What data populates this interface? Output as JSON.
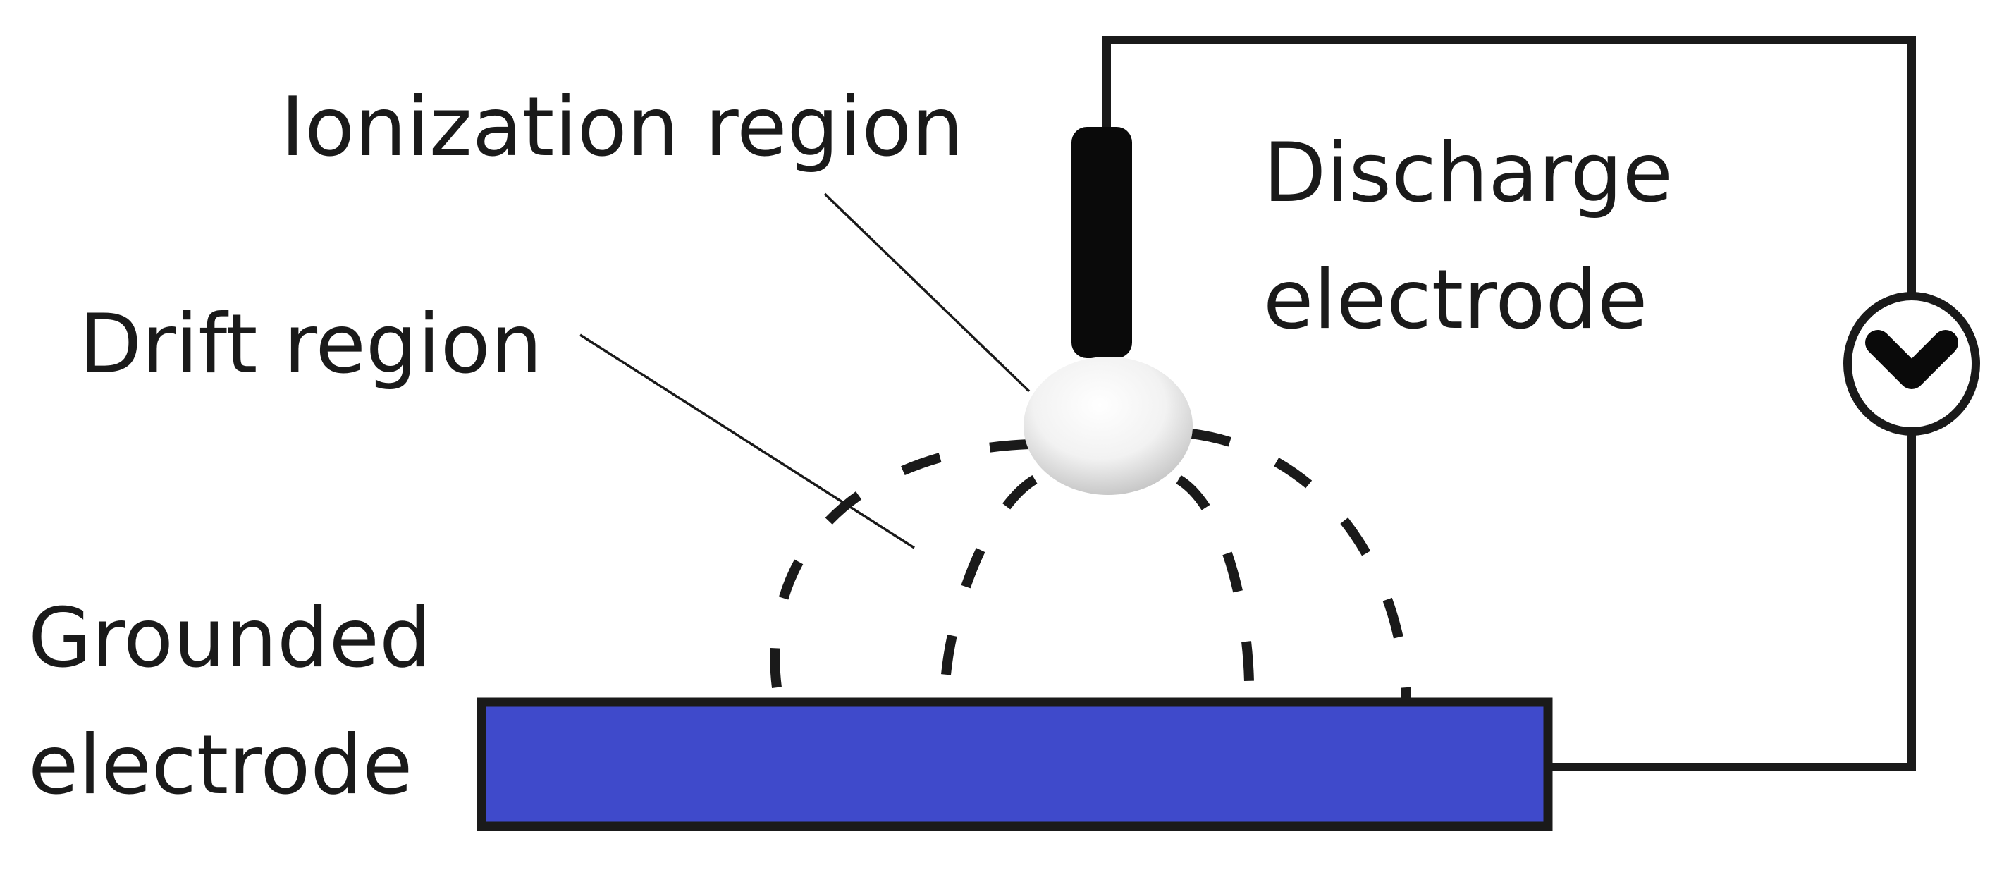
{
  "labels": {
    "ionization_region": "Ionization region",
    "discharge_electrode_line1": "Discharge",
    "discharge_electrode_line2": "electrode",
    "drift_region": "Drift region",
    "grounded_electrode_line1": "Grounded",
    "grounded_electrode_line2": "electrode"
  },
  "colors": {
    "grounded_electrode_fill": "#3f4acb",
    "outline": "#1a1a1a",
    "discharge_electrode": "#0a0a0a",
    "ionization_glow": "#f2f2f2",
    "background": "#ffffff"
  },
  "icons": {
    "power_source": "circled-chevron-down-icon"
  }
}
